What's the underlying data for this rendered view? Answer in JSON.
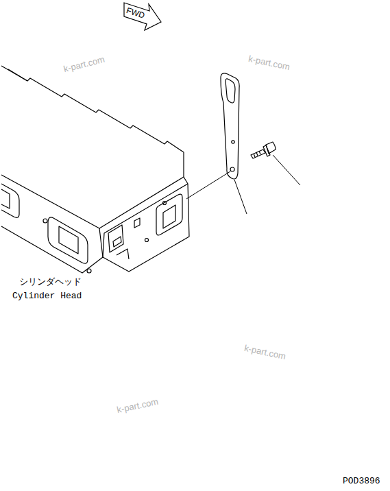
{
  "diagram": {
    "nodes": [
      {
        "text": [
          "FWD"
        ]
      }
    ],
    "labels": [
      "k-part.com",
      "k-part.com",
      "k-part.com",
      "k-part.com",
      "シリンダヘッド",
      "Cylinder Head",
      "POD3896"
    ]
  }
}
